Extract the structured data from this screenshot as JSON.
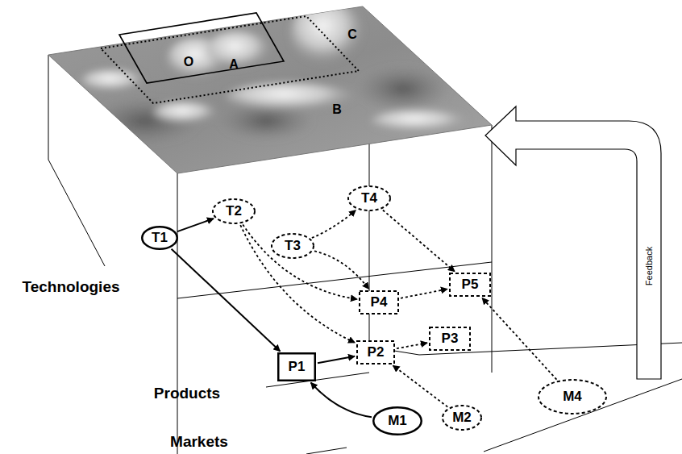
{
  "diagram": {
    "nodes": [
      {
        "text": [
          "T1"
        ]
      },
      {
        "text": [
          "T2"
        ]
      },
      {
        "text": [
          "T3"
        ]
      },
      {
        "text": [
          "T4"
        ]
      },
      {
        "text": [
          "P1"
        ]
      },
      {
        "text": [
          "P2"
        ]
      },
      {
        "text": [
          "P3"
        ]
      },
      {
        "text": [
          "P4"
        ]
      },
      {
        "text": [
          "P5"
        ]
      },
      {
        "text": [
          "M1"
        ]
      },
      {
        "text": [
          "M2"
        ]
      },
      {
        "text": [
          "M4"
        ]
      }
    ],
    "edges": [
      {
        "from": 0,
        "to": 1,
        "arrow": "to"
      },
      {
        "from": 0,
        "to": 4,
        "arrow": "to"
      },
      {
        "from": 9,
        "to": 4,
        "arrow": "to"
      },
      {
        "from": 4,
        "to": 5,
        "arrow": "to"
      },
      {
        "from": 1,
        "to": 7,
        "arrow": "to"
      },
      {
        "from": 1,
        "to": 5,
        "arrow": "to"
      },
      {
        "from": 2,
        "to": 3,
        "arrow": "to"
      },
      {
        "from": 2,
        "to": 7,
        "arrow": "to"
      },
      {
        "from": 3,
        "to": 8,
        "arrow": "to"
      },
      {
        "from": 7,
        "to": 8,
        "arrow": "to"
      },
      {
        "from": 5,
        "to": 6,
        "arrow": "to"
      },
      {
        "from": 10,
        "to": 5,
        "arrow": "to"
      },
      {
        "from": 11,
        "to": 8,
        "arrow": "to"
      }
    ],
    "labels": [
      "O",
      "A",
      "B",
      "C",
      "Technologies",
      "Products",
      "Markets",
      "Feedback"
    ]
  }
}
